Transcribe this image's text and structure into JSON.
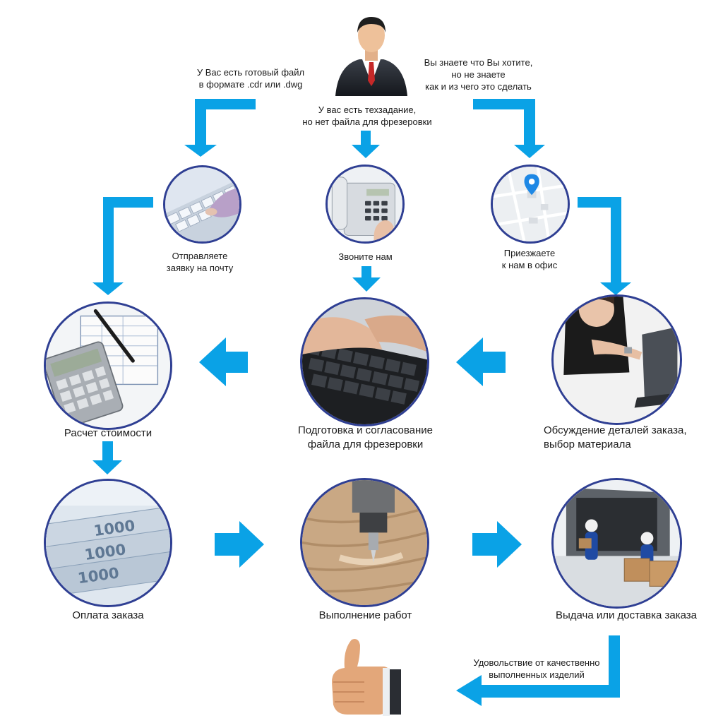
{
  "theme": {
    "arrow_color": "#0aa2e6",
    "ring_color": "#2f3f93"
  },
  "start": {
    "icon": "businessman-icon",
    "branch_left": "У Вас есть готовый файл\nв формате .cdr или .dwg",
    "branch_center": "У вас есть техзадание,\nно нет файла для фрезеровки",
    "branch_right": "Вы знаете что Вы хотите,\nно не знаете\nкак и из чего это сделать"
  },
  "row1": {
    "email": {
      "icon": "keyboard-typing-icon",
      "label": "Отправляете\nзаявку на почту"
    },
    "call": {
      "icon": "phone-icon",
      "label": "Звоните нам"
    },
    "office": {
      "icon": "map-pin-icon",
      "label": "Приезжаете\nк нам в офис"
    }
  },
  "row2": {
    "cost": {
      "icon": "calculator-icon",
      "label": "Расчет стоимости"
    },
    "prepare": {
      "icon": "keyboard-icon",
      "label": "Подготовка и согласование\nфайла для фрезеровки"
    },
    "discuss": {
      "icon": "laptop-meeting-icon",
      "label": "Обсуждение деталей заказа,\nвыбор материала"
    }
  },
  "row3": {
    "payment": {
      "icon": "banknotes-icon",
      "label": "Оплата заказа"
    },
    "work": {
      "icon": "cnc-router-icon",
      "label": "Выполнение работ"
    },
    "delivery": {
      "icon": "delivery-van-icon",
      "label": "Выдача или доставка заказа"
    }
  },
  "end": {
    "icon": "thumbs-up-icon",
    "label": "Удовольствие от качественно\nвыполненных изделий"
  }
}
